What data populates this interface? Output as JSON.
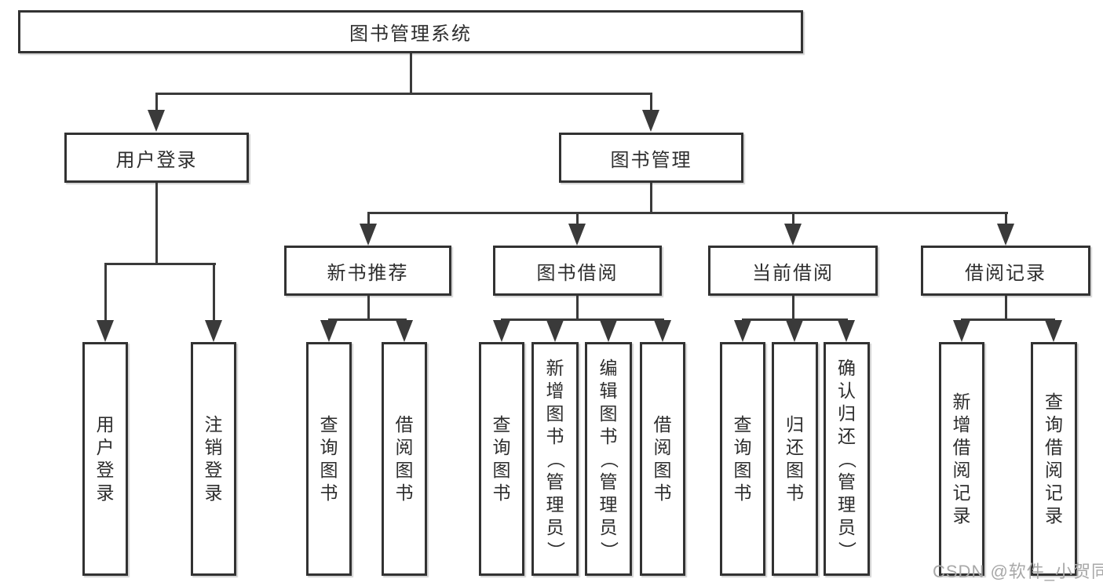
{
  "diagram": {
    "tree": {
      "label": "图书管理系统",
      "children": [
        {
          "label": "用户登录",
          "children": [
            {
              "label": "用户登录"
            },
            {
              "label": "注销登录"
            }
          ]
        },
        {
          "label": "图书管理",
          "children": [
            {
              "label": "新书推荐",
              "children": [
                {
                  "label": "查询图书"
                },
                {
                  "label": "借阅图书"
                }
              ]
            },
            {
              "label": "图书借阅",
              "children": [
                {
                  "label": "查询图书"
                },
                {
                  "label": "新增图书（管理员）"
                },
                {
                  "label": "编辑图书（管理员）"
                },
                {
                  "label": "借阅图书"
                }
              ]
            },
            {
              "label": "当前借阅",
              "children": [
                {
                  "label": "查询图书"
                },
                {
                  "label": "归还图书"
                },
                {
                  "label": "确认归还（管理员）"
                }
              ]
            },
            {
              "label": "借阅记录",
              "children": [
                {
                  "label": "新增借阅记录"
                },
                {
                  "label": "查询借阅记录"
                }
              ]
            }
          ]
        }
      ]
    },
    "colors": {
      "line": "#3a3a3a",
      "border": "#323232",
      "text": "#2d2d2d",
      "watermark": "#a8a8a8"
    }
  },
  "watermark": {
    "text": "CSDN @软件_小贺同学"
  }
}
